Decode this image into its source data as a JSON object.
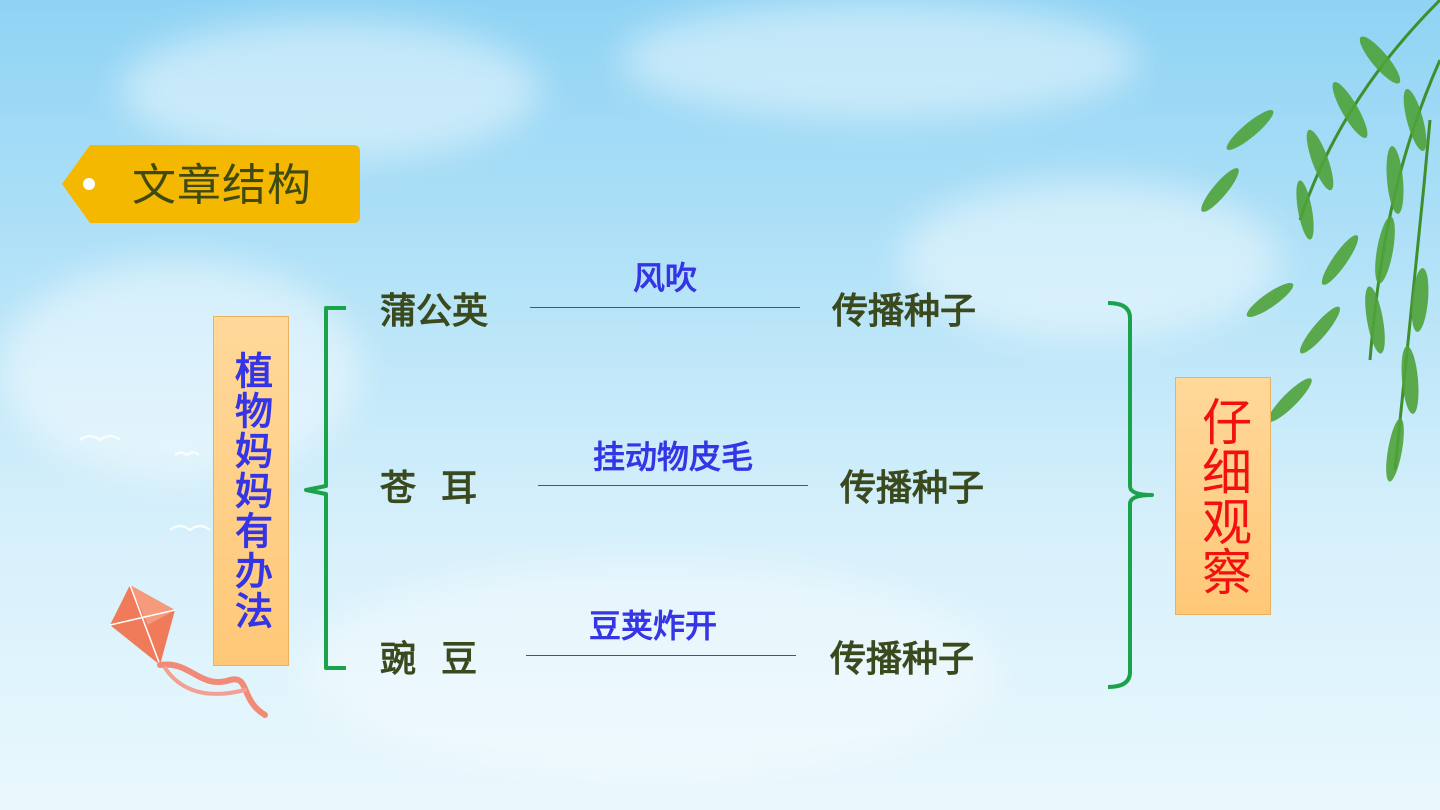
{
  "title": "文章结构",
  "main_topic": "植物妈妈有办法",
  "conclusion": "仔细观察",
  "rows": [
    {
      "plant": "蒲公英",
      "method": "风吹",
      "result": "传播种子"
    },
    {
      "plant": "苍  耳",
      "method": "挂动物皮毛",
      "result": "传播种子"
    },
    {
      "plant": "豌  豆",
      "method": "豆荚炸开",
      "result": "传播种子"
    }
  ],
  "colors": {
    "tag": "#f5b800",
    "bracket": "#1aa34a",
    "box_fill": "#ffd08a",
    "method_text": "#3535e6",
    "conclusion_text": "#f21010",
    "body_text": "#3b4a1e"
  },
  "icons": [
    "willow-branch-icon",
    "kite-icon",
    "bird-icon"
  ]
}
